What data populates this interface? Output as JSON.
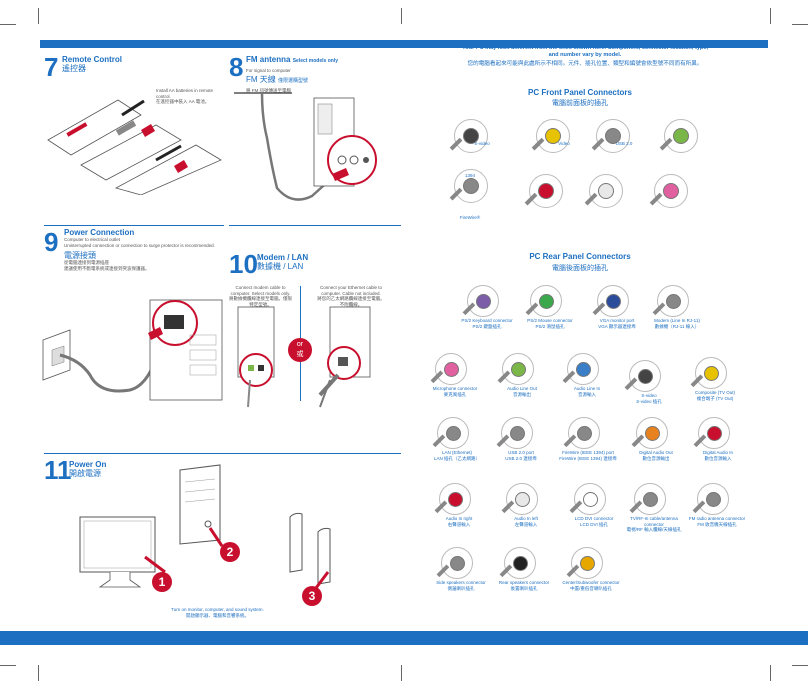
{
  "sections": {
    "remote": {
      "num": "7",
      "title": "Remote Control",
      "title_zh": "遙控器",
      "note": "Install AA batteries in remote control.",
      "note_zh": "在遙控器中裝入 AA 電池。"
    },
    "fm": {
      "num": "8",
      "title": "FM antenna",
      "subtitle": "Select models only",
      "desc": "For signal to computer",
      "title_zh": "FM 天線",
      "subtitle_zh": "僅限選購型號",
      "desc_zh": "將 FM 訊號傳送至電腦"
    },
    "power": {
      "num": "9",
      "title": "Power Connection",
      "desc": "Computer to electrical outlet",
      "desc2": "Uninterrupted connection or connection to surge protector is recommended.",
      "title_zh": "電源接頭",
      "desc_zh": "從電腦連接到電源插座",
      "desc2_zh": "建議使用不斷電系統或連接到突波保護器。"
    },
    "modem": {
      "num": "10",
      "title": "Modem / LAN",
      "title_zh": "數據機 / LAN",
      "left_note": "Connect modem cable to computer. Select models only.",
      "left_note_zh": "將數據機纜線連接至電腦。僅限特定型號。",
      "right_note": "Connect your Ethernet cable to computer. Cable not included.",
      "right_note_zh": "將您的乙太網路纜線連接至電腦。不附纜線。",
      "or": "or",
      "or_zh": "或"
    },
    "poweron": {
      "num": "11",
      "title": "Power On",
      "title_zh": "開啟電源",
      "note": "Turn on monitor, computer, and sound system.",
      "note_zh": "開啟顯示器、電腦和音響系統。",
      "steps": [
        "1",
        "2",
        "3"
      ]
    }
  },
  "intro": {
    "line1": "Your PC may look different from the ones shown here. Component, connector location, type,",
    "line2": "and number vary by model.",
    "zh": "您的電腦看起來可能與此處所示不相同。元件、插孔位置、類型和編號會依型號不同而有所異。"
  },
  "front": {
    "title": "PC Front Panel Connectors",
    "title_zh": "電腦前面板的插孔",
    "items": [
      {
        "label": "S-video",
        "color": "#444444"
      },
      {
        "label": "Video",
        "color": "#e6c200"
      },
      {
        "label": "USB 2.0",
        "color": "#888888"
      },
      {
        "label": "",
        "color": "#7ab648"
      },
      {
        "label": "1394",
        "color": "#888888"
      },
      {
        "label": "FireWire®",
        "color": "#888888"
      },
      {
        "label": "",
        "color": "#c8102e"
      },
      {
        "label": "",
        "color": "#e8e8e8"
      },
      {
        "label": "",
        "color": "#e060a0"
      }
    ]
  },
  "rear": {
    "title": "PC Rear Panel Connectors",
    "title_zh": "電腦後面板的插孔",
    "items": [
      {
        "label": "PS/2 Keyboard connector",
        "label_zh": "PS/2 鍵盤插孔",
        "color": "#7b5ea7"
      },
      {
        "label": "PS/2 Mouse connector",
        "label_zh": "PS/2 滑鼠插孔",
        "color": "#3aa84b"
      },
      {
        "label": "VGA monitor port",
        "label_zh": "VGA 顯示器連接埠",
        "color": "#2b4c9b"
      },
      {
        "label": "Modem (Line In RJ-11)",
        "label_zh": "數據機（RJ-11 線入）",
        "color": "#888888"
      },
      {
        "label": "Microphone connector",
        "label_zh": "麥克風插孔",
        "color": "#e060a0"
      },
      {
        "label": "Audio Line Out",
        "label_zh": "音源輸出",
        "color": "#7ab648"
      },
      {
        "label": "Audio Line In",
        "label_zh": "音源輸入",
        "color": "#3a7ec8"
      },
      {
        "label": "S-video",
        "label_zh": "S-video 插孔",
        "color": "#444444"
      },
      {
        "label": "Composite (TV Out)",
        "label_zh": "複合端子 (TV Out)",
        "color": "#e6c200"
      },
      {
        "label": "LAN (Ethernet)",
        "label_zh": "LAN 插孔（乙太網路）",
        "color": "#888888"
      },
      {
        "label": "USB 2.0 port",
        "label_zh": "USB 2.0 連接埠",
        "color": "#888888"
      },
      {
        "label": "FireWire (IEEE 1394) port",
        "label_zh": "FireWire (IEEE 1394) 連接埠",
        "color": "#888888"
      },
      {
        "label": "Digital Audio Out",
        "label_zh": "數位音源輸出",
        "color": "#e8821e"
      },
      {
        "label": "Digital Audio In",
        "label_zh": "數位音源輸入",
        "color": "#c8102e"
      },
      {
        "label": "Audio In right",
        "label_zh": "右聲道輸入",
        "color": "#c8102e"
      },
      {
        "label": "Audio In left",
        "label_zh": "左聲道輸入",
        "color": "#e8e8e8"
      },
      {
        "label": "LCD DVI connector",
        "label_zh": "LCD DVI 插孔",
        "color": "#ffffff"
      },
      {
        "label": "TV/RF-In cable/antenna connector",
        "label_zh": "電視/RF 輸入纜線/天線插孔",
        "color": "#888888"
      },
      {
        "label": "FM radio antenna connector",
        "label_zh": "FM 收音機天線插孔",
        "color": "#888888"
      },
      {
        "label": "Side speakers connector",
        "label_zh": "側邊喇叭插孔",
        "color": "#888888"
      },
      {
        "label": "Rear speakers connector",
        "label_zh": "後置喇叭插孔",
        "color": "#222222"
      },
      {
        "label": "Center/Subwoofer connector",
        "label_zh": "中置/重低音喇叭插孔",
        "color": "#e6a800"
      }
    ]
  },
  "colors": {
    "accent": "#1d6fc1",
    "callout": "#c8102e"
  }
}
